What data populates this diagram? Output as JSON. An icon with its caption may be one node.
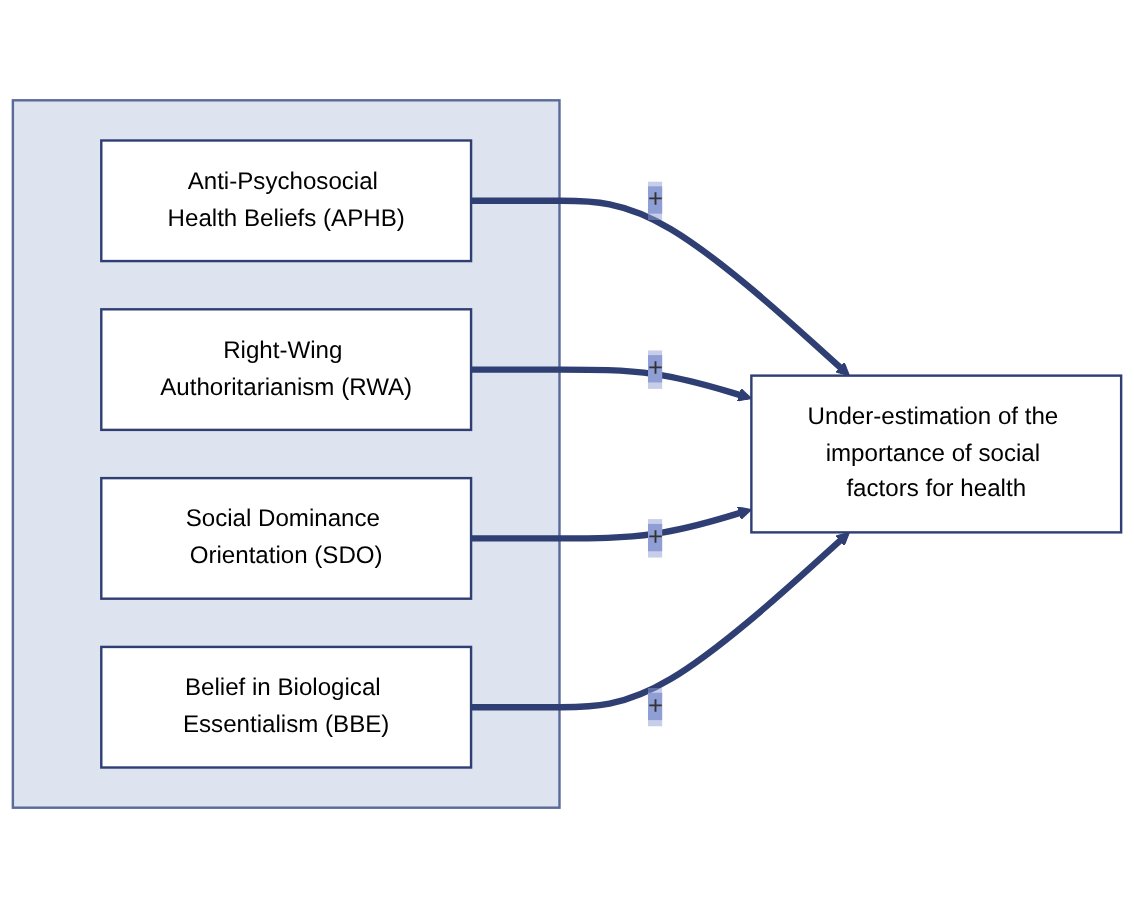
{
  "diagram": {
    "nodes": [
      {
        "text": [],
        "shape": "box"
      },
      {
        "text": [
          "Anti-Psychosocial Health Beliefs (APHB)"
        ],
        "in": 0
      },
      {
        "text": [
          "Right-Wing Authoritarianism (RWA)"
        ],
        "in": 0
      },
      {
        "text": [
          "Social Dominance Orientation (SDO)"
        ],
        "in": 0
      },
      {
        "text": [
          "Belief in Biological Essentialism (BBE)"
        ],
        "in": 0
      },
      {
        "text": [
          "Under-estimation of the importance of social factors for health"
        ]
      }
    ],
    "edges": [
      {
        "from": 1,
        "to": 5,
        "arrow": "to",
        "label": "+"
      },
      {
        "from": 2,
        "to": 5,
        "arrow": "to",
        "label": "+"
      },
      {
        "from": 3,
        "to": 5,
        "arrow": "to",
        "label": "+"
      },
      {
        "from": 4,
        "to": 5,
        "arrow": "to",
        "label": "+"
      }
    ]
  }
}
